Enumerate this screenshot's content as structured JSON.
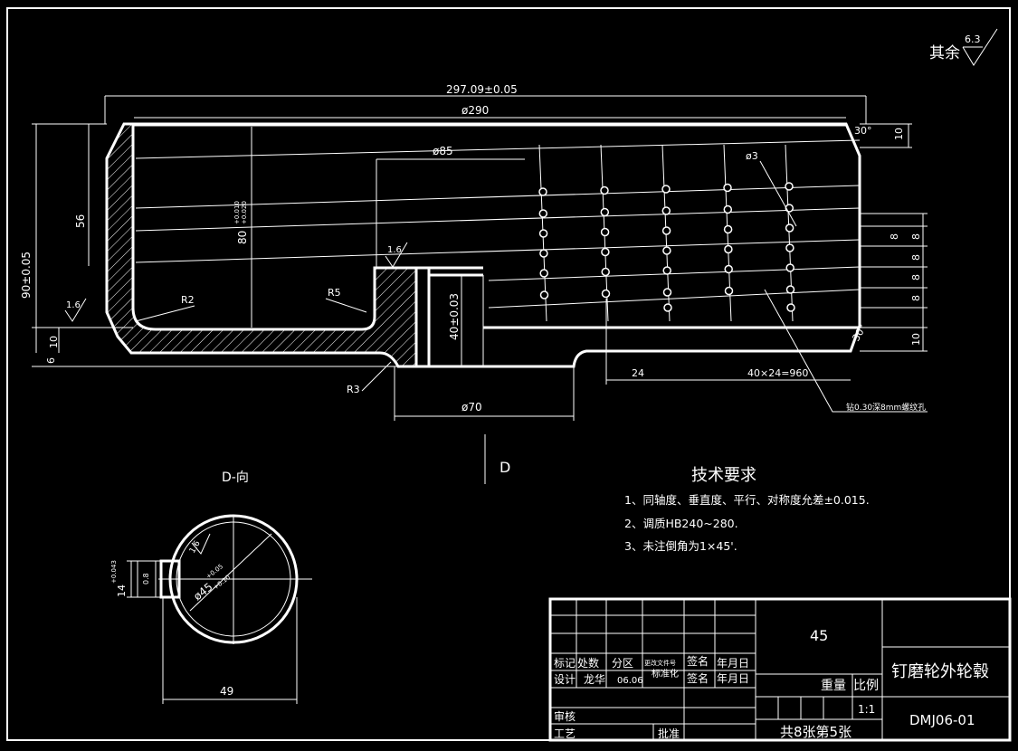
{
  "colors": {
    "background": "#000000",
    "line": "#ffffff"
  },
  "roughness_other": {
    "label": "其余",
    "value": "6.3"
  },
  "dims": {
    "overall_length": "297.09±0.05",
    "outer_dia": "ø290",
    "bore_dia": "ø85",
    "hole_dia": "ø3",
    "chamfer_top": "30°",
    "chamfer_bottom": "30°",
    "top_step": "10",
    "height_56": "56",
    "fit_dia_main": "80",
    "fit_dia_upper": "+0.010",
    "fit_dia_lower": "+0.020",
    "overall_height": "90±0.05",
    "left_10": "10",
    "left_6": "6",
    "r2": "R2",
    "r5": "R5",
    "r3": "R3",
    "boss_len": "40±0.03",
    "step_dia": "ø70",
    "pitch_first": "24",
    "pitch_pattern": "40×24=960",
    "right_8a": "8",
    "right_8b": "8",
    "right_8c": "8",
    "right_8d": "8",
    "right_8e": "8",
    "right_10": "10",
    "thread_note": "钻0.30深8mm螺纹孔",
    "rough_left": "1.6",
    "rough_mid": "1.6",
    "view_letter": "D"
  },
  "view_d": {
    "title": "D-向",
    "dia": "ø45",
    "dia_tol_upper": "+0.05",
    "dia_tol_lower": "+0.10",
    "key_height": "14",
    "key_tol": "+0.043",
    "key_rough": "0.8",
    "rough_top": "1.6",
    "width": "49"
  },
  "tech": {
    "title": "技术要求",
    "items": [
      "1、同轴度、垂直度、平行、对称度允差±0.015.",
      "2、调质HB240~280.",
      "3、未注倒角为1×45'."
    ]
  },
  "title_block": {
    "material": "45",
    "part_name": "钉磨轮外轮毂",
    "drawing_no": "DMJ06-01",
    "scale_label": "比例",
    "weight_label": "重量",
    "scale_value": "1:1",
    "sheet": "共8张第5张",
    "rows": {
      "biaoji": "标记",
      "chushu": "处数",
      "fenqu": "分区",
      "genggai": "更改文件号",
      "qianming": "签名",
      "nianyueri": "年月日",
      "sheji": "设计",
      "designer": "龙华",
      "date": "06.06",
      "biaozhunhua": "标准化",
      "qianming2": "签名",
      "nianyueri2": "年月日",
      "shenhe": "审核",
      "gongyi": "工艺",
      "pizhun": "批准"
    }
  }
}
